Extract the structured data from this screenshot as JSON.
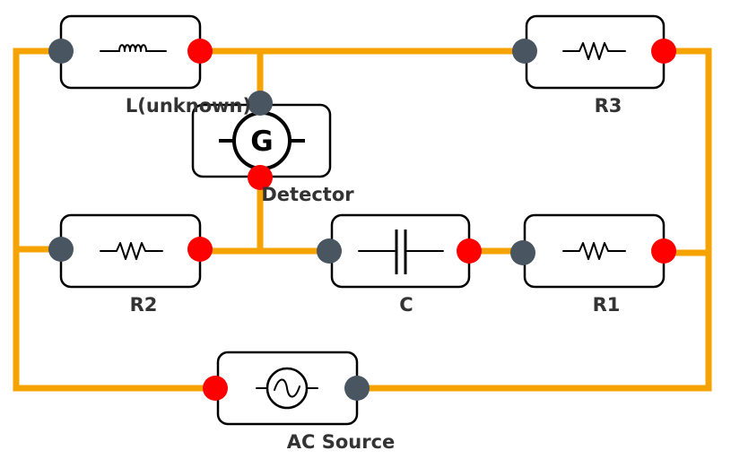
{
  "colors": {
    "wire": "#f5a300",
    "terminal_dark": "#4a5562",
    "terminal_red": "#ff0000",
    "box_border": "#000000",
    "label_text": "#333333"
  },
  "components": {
    "inductor": {
      "label": "L(unknown)",
      "icon": "inductor-icon"
    },
    "r3": {
      "label": "R3",
      "icon": "resistor-icon"
    },
    "detector": {
      "label": "Detector",
      "icon": "galvanometer-icon",
      "symbol_text": "G"
    },
    "r2": {
      "label": "R2",
      "icon": "resistor-icon"
    },
    "capacitor": {
      "label": "C",
      "icon": "capacitor-icon"
    },
    "r1": {
      "label": "R1",
      "icon": "resistor-icon"
    },
    "ac_source": {
      "label": "AC Source",
      "icon": "ac-source-icon"
    }
  }
}
